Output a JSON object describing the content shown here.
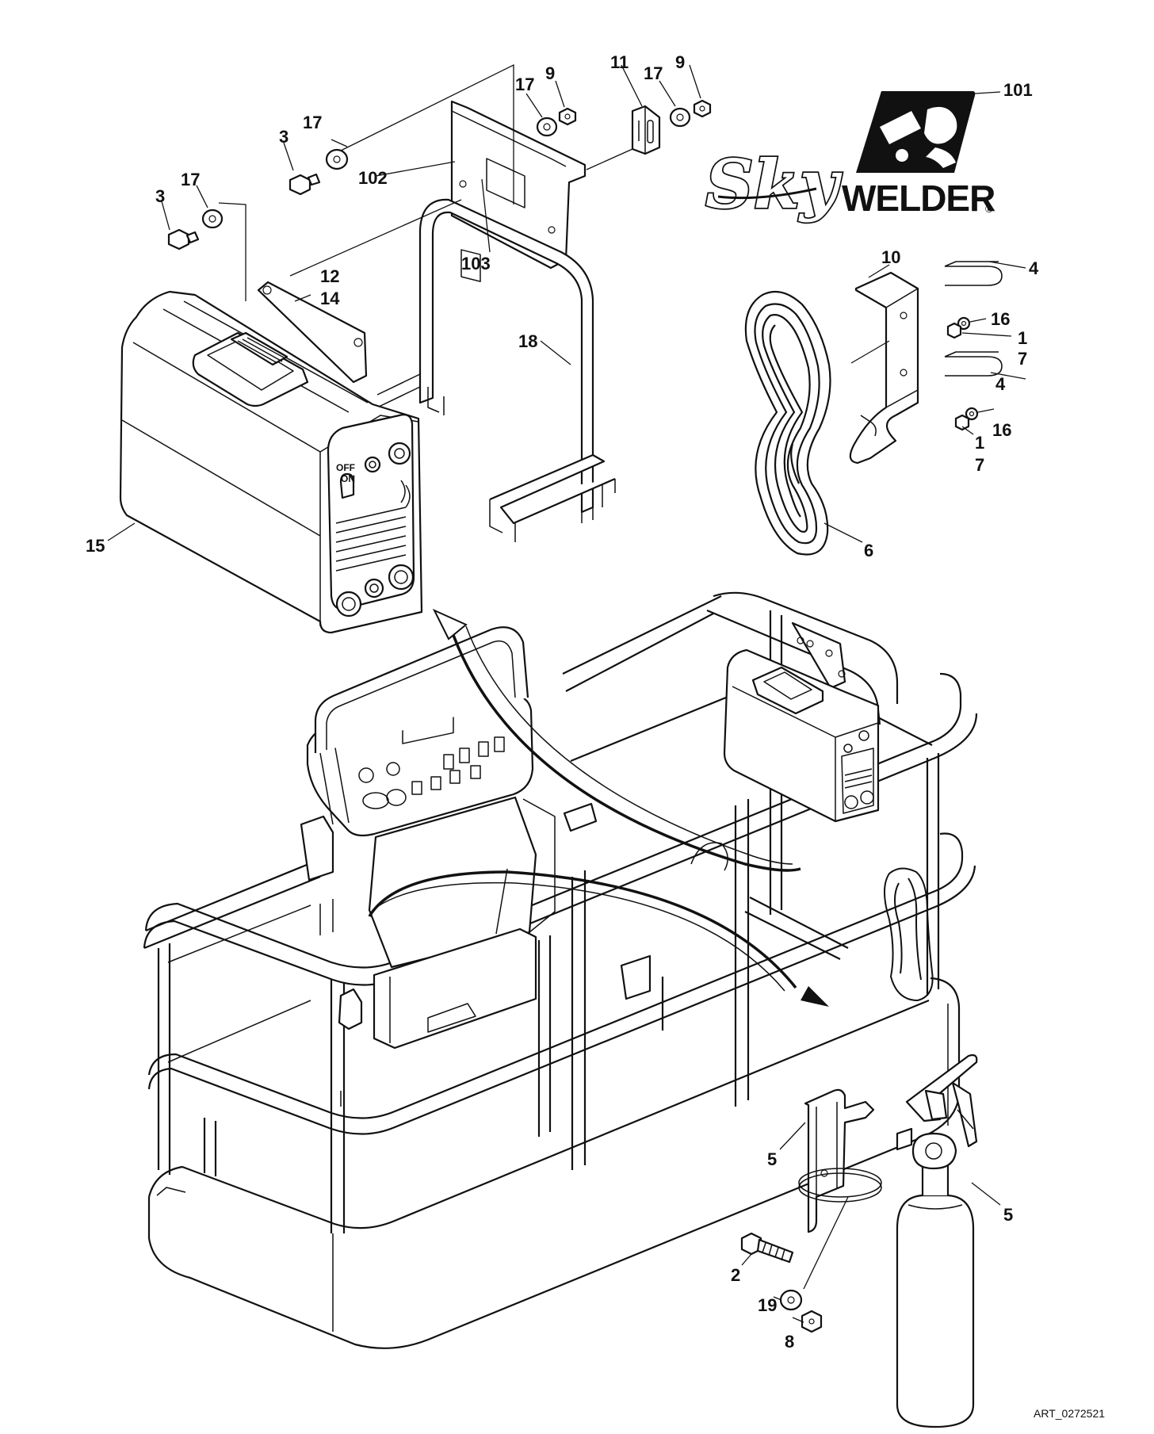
{
  "logo": {
    "script_text": "Sky",
    "block_text": "WELDER",
    "registered": "®"
  },
  "welder_panel": {
    "off": "OFF",
    "on": "ON"
  },
  "art_id": "ART_0272521",
  "callouts": {
    "c101": "101",
    "c102": "102",
    "c103": "103",
    "c3a": "3",
    "c3b": "3",
    "c17a": "17",
    "c17b": "17",
    "c17c": "17",
    "c17d": "17",
    "c9a": "9",
    "c9b": "9",
    "c11": "11",
    "c12": "12",
    "c14": "14",
    "c18": "18",
    "c15": "15",
    "c10": "10",
    "c4a": "4",
    "c4b": "4",
    "c16a": "16",
    "c16b": "16",
    "c1a": "1",
    "c1b": "1",
    "c7a": "7",
    "c7b": "7",
    "c6": "6",
    "c5a": "5",
    "c5b": "5",
    "c2": "2",
    "c19": "19",
    "c8": "8"
  }
}
